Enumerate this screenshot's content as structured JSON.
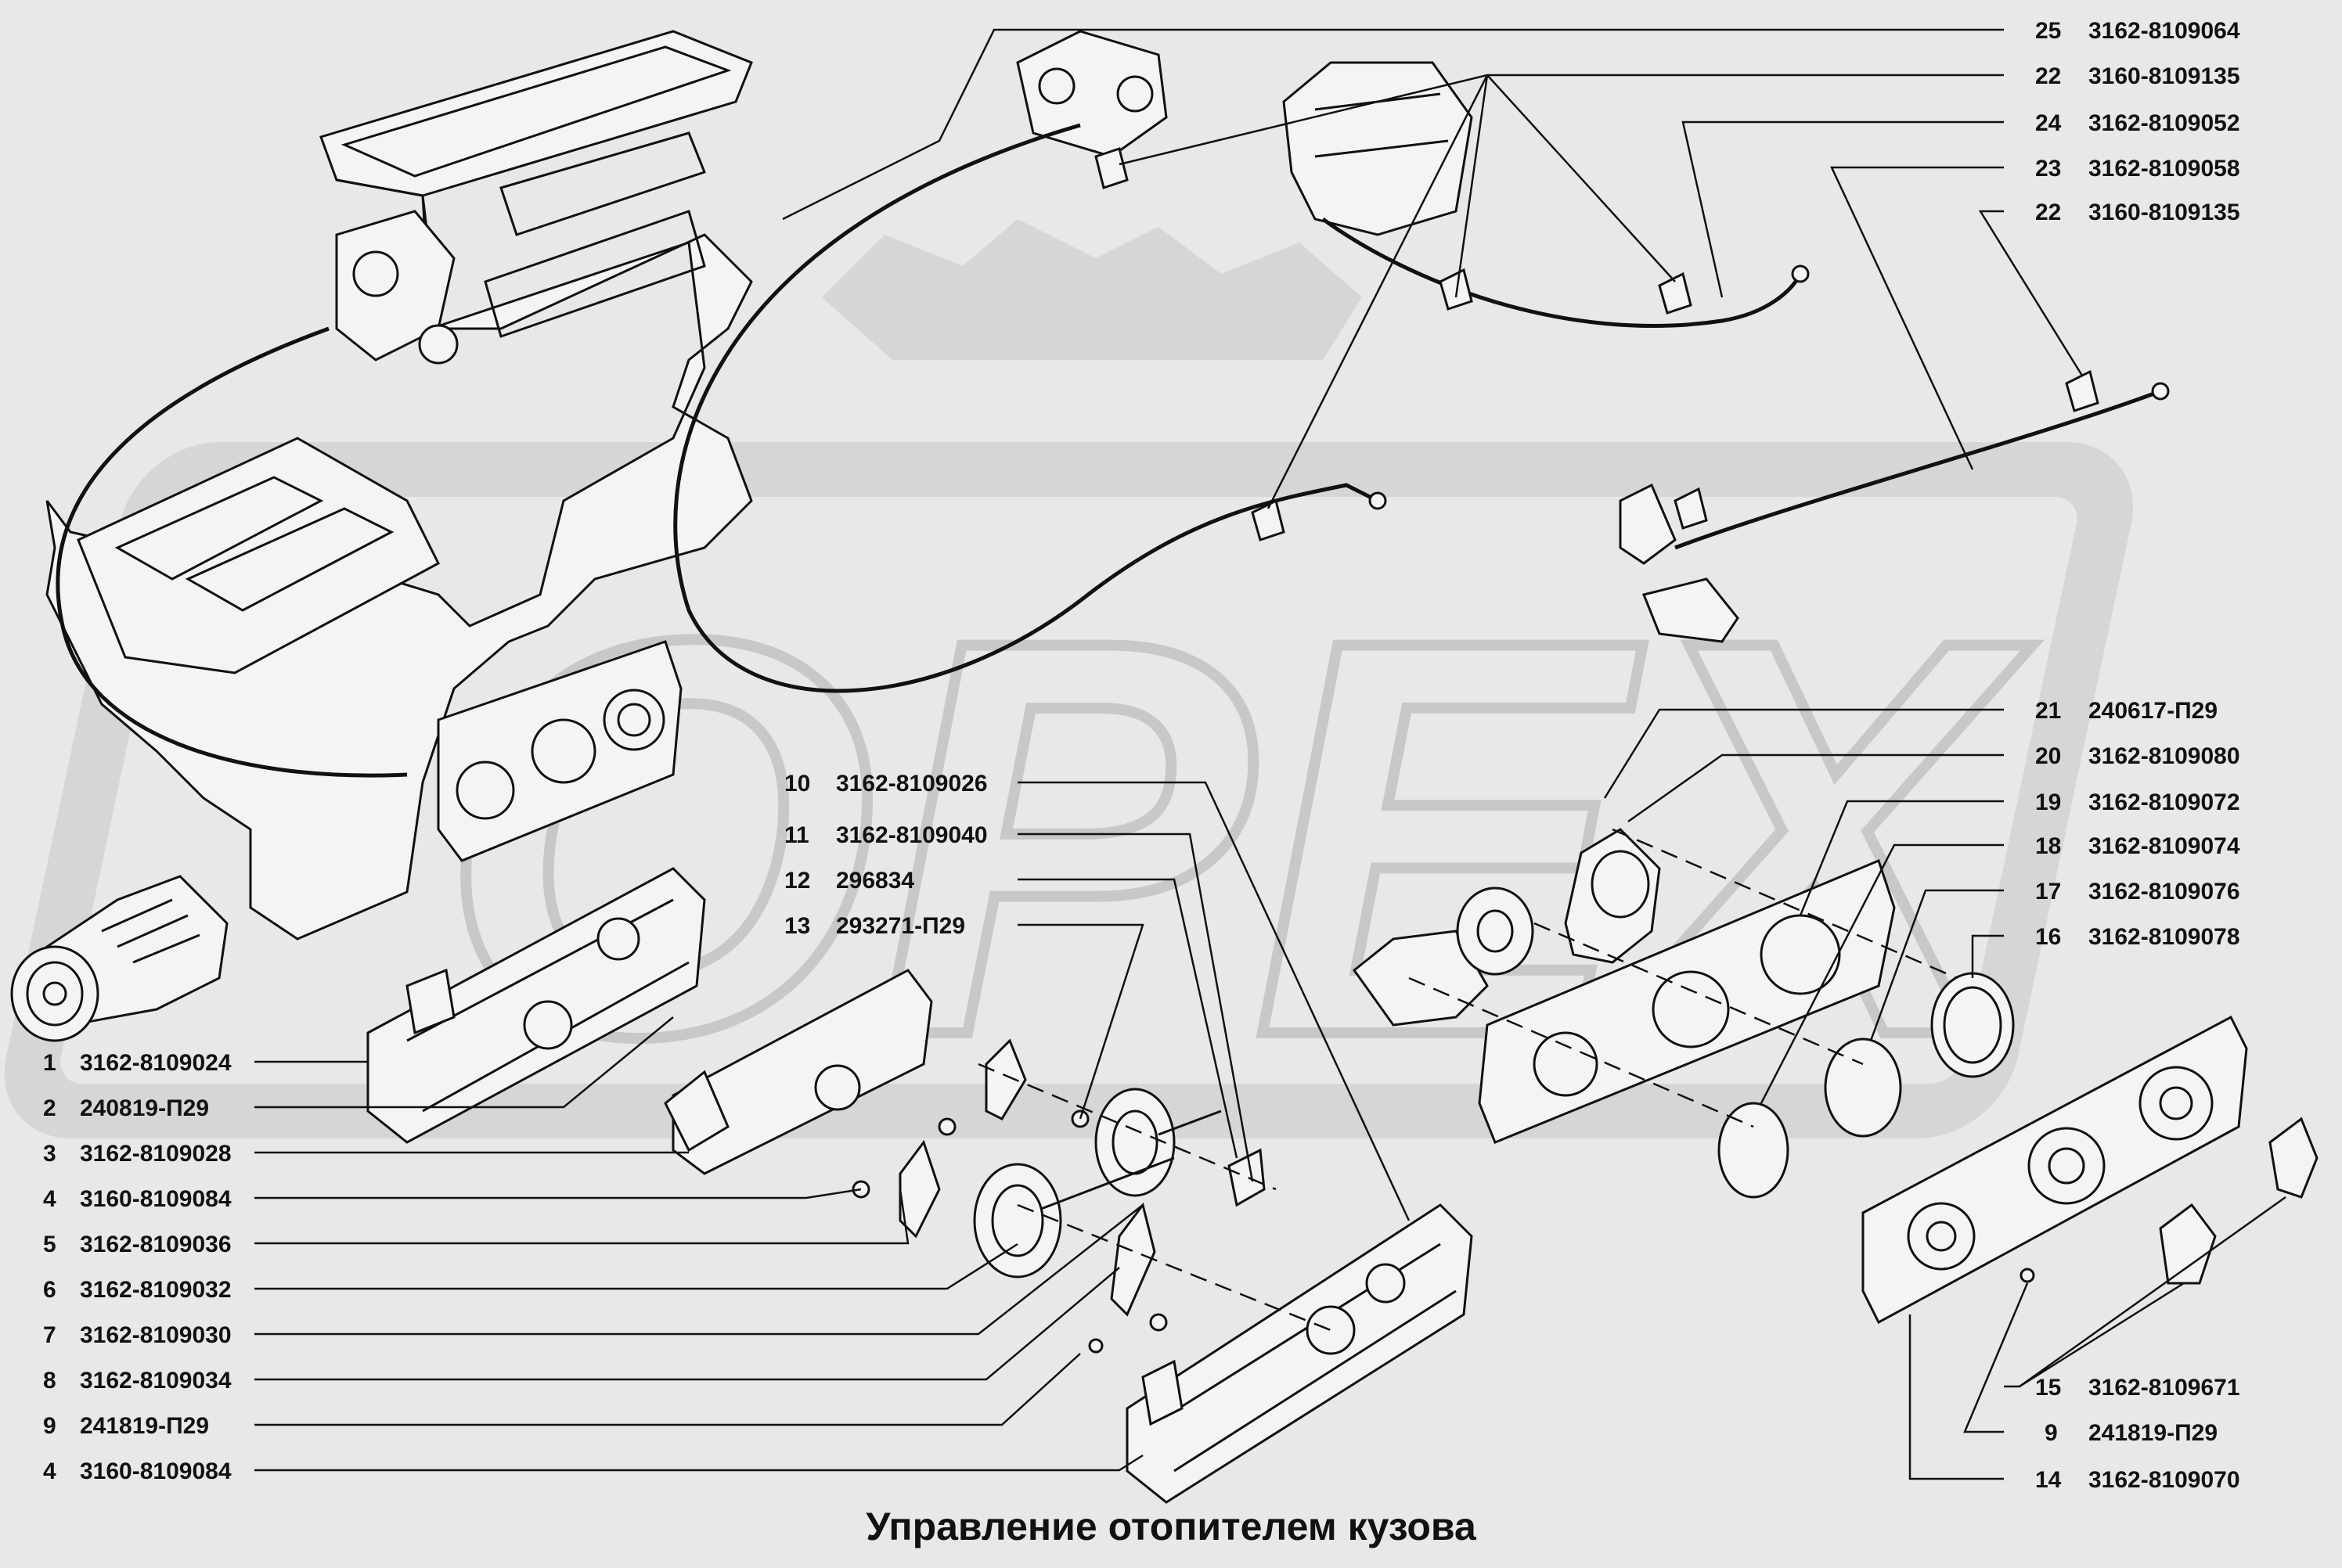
{
  "title": "Управление отопителем кузова",
  "watermark": "ОРЕХ",
  "callouts_left": [
    {
      "num": "1",
      "code": "3162-8109024"
    },
    {
      "num": "2",
      "code": "240819-П29"
    },
    {
      "num": "3",
      "code": "3162-8109028"
    },
    {
      "num": "4",
      "code": "3160-8109084"
    },
    {
      "num": "5",
      "code": "3162-8109036"
    },
    {
      "num": "6",
      "code": "3162-8109032"
    },
    {
      "num": "7",
      "code": "3162-8109030"
    },
    {
      "num": "8",
      "code": "3162-8109034"
    },
    {
      "num": "9",
      "code": "241819-П29"
    },
    {
      "num": "4",
      "code": "3160-8109084"
    }
  ],
  "callouts_middle": [
    {
      "num": "10",
      "code": "3162-8109026"
    },
    {
      "num": "11",
      "code": "3162-8109040"
    },
    {
      "num": "12",
      "code": "296834"
    },
    {
      "num": "13",
      "code": "293271-П29"
    }
  ],
  "callouts_top_right": [
    {
      "num": "25",
      "code": "3162-8109064"
    },
    {
      "num": "22",
      "code": "3160-8109135"
    },
    {
      "num": "24",
      "code": "3162-8109052"
    },
    {
      "num": "23",
      "code": "3162-8109058"
    },
    {
      "num": "22",
      "code": "3160-8109135"
    }
  ],
  "callouts_right": [
    {
      "num": "21",
      "code": "240617-П29"
    },
    {
      "num": "20",
      "code": "3162-8109080"
    },
    {
      "num": "19",
      "code": "3162-8109072"
    },
    {
      "num": "18",
      "code": "3162-8109074"
    },
    {
      "num": "17",
      "code": "3162-8109076"
    },
    {
      "num": "16",
      "code": "3162-8109078"
    }
  ],
  "callouts_bottom_right": [
    {
      "num": "15",
      "code": "3162-8109671"
    },
    {
      "num": "9",
      "code": "241819-П29"
    },
    {
      "num": "14",
      "code": "3162-8109070"
    }
  ]
}
